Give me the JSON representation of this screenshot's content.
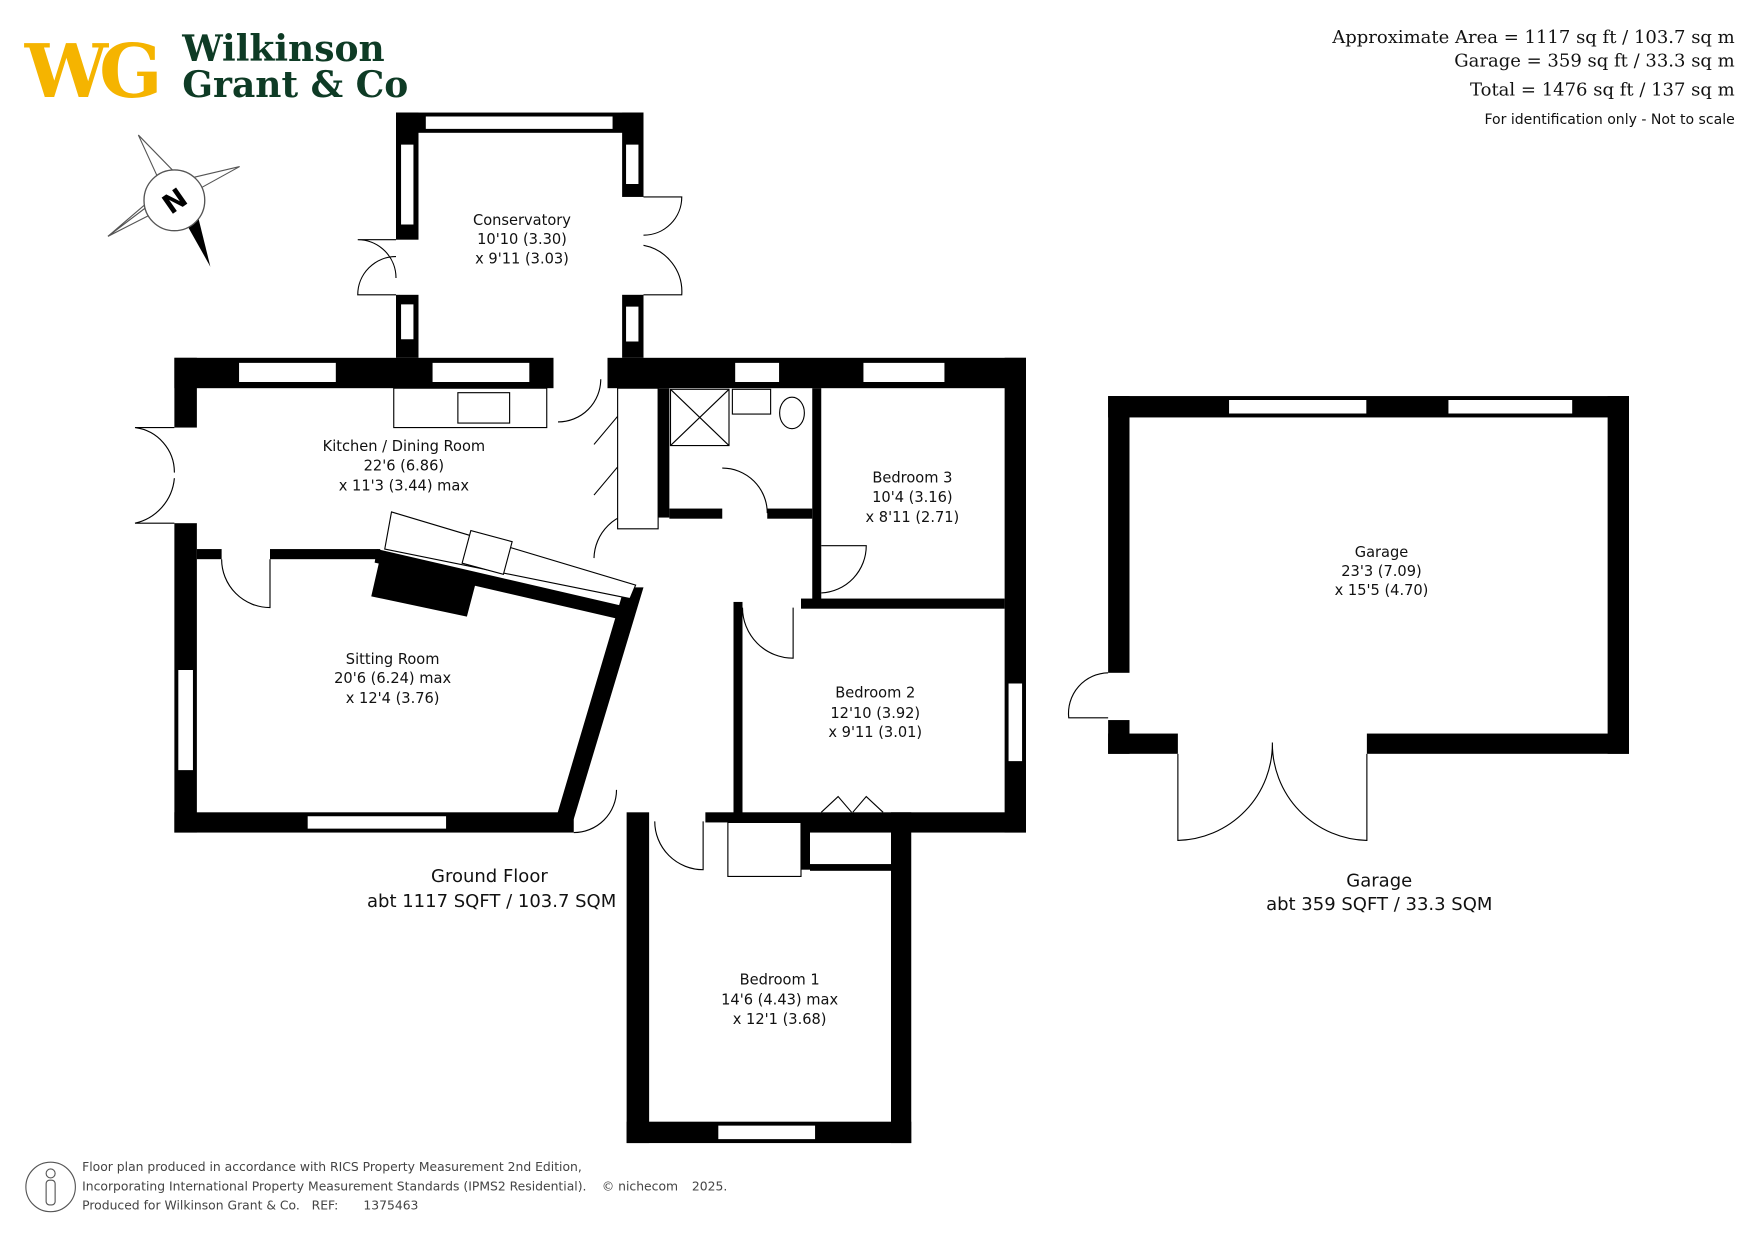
{
  "logo": {
    "initials": "WG",
    "line1": "Wilkinson",
    "line2": "Grant & Co",
    "primary_color": "#F5B400",
    "secondary_color": "#0E3B25"
  },
  "areas": {
    "approximate": "Approximate Area = 1117 sq ft / 103.7 sq m",
    "garage": "Garage = 359 sq ft / 33.3 sq m",
    "total": "Total = 1476 sq ft / 137 sq m",
    "note": "For identification only - Not to scale"
  },
  "compass": {
    "label": "N"
  },
  "rooms": {
    "conservatory": [
      "Conservatory",
      "10'10 (3.30)",
      "x 9'11 (3.03)"
    ],
    "kitchen": [
      "Kitchen / Dining Room",
      "22'6 (6.86)",
      "x 11'3 (3.44) max"
    ],
    "sitting": [
      "Sitting Room",
      "20'6 (6.24) max",
      "x 12'4 (3.76)"
    ],
    "bedroom3": [
      "Bedroom 3",
      "10'4 (3.16)",
      "x 8'11 (2.71)"
    ],
    "bedroom2": [
      "Bedroom 2",
      "12'10 (3.92)",
      "x 9'11 (3.01)"
    ],
    "bedroom1": [
      "Bedroom 1",
      "14'6 (4.43) max",
      "x 12'1 (3.68)"
    ],
    "garage": [
      "Garage",
      "23'3 (7.09)",
      "x 15'5 (4.70)"
    ]
  },
  "floors": {
    "ground": [
      "Ground Floor",
      "abt 1117 SQFT / 103.7 SQM"
    ],
    "garage": [
      "Garage",
      "abt 359 SQFT / 33.3 SQM"
    ]
  },
  "footer": {
    "line1": "Floor plan produced in accordance with RICS Property Measurement 2nd Edition,",
    "line2": "Incorporating International Property Measurement Standards (IPMS2 Residential).",
    "copyright": "© nichecom",
    "year": "2025.",
    "line3": "Produced for Wilkinson Grant & Co.",
    "ref_label": "REF:",
    "ref": "1375463"
  }
}
